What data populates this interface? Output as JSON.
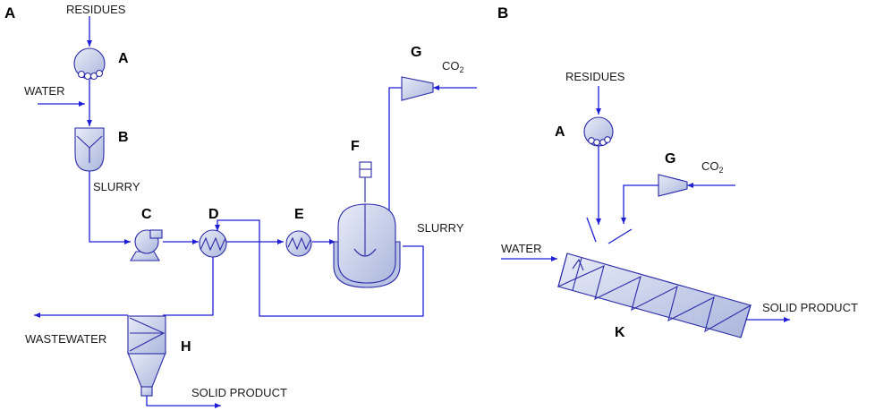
{
  "panels": {
    "a": "A",
    "b": "B"
  },
  "panel_a": {
    "residues": "RESIDUES",
    "water": "WATER",
    "slurry_1": "SLURRY",
    "slurry_2": "SLURRY",
    "co2": "CO",
    "co2_sub": "2",
    "wastewater": "WASTEWATER",
    "solid_product": "SOLID PRODUCT",
    "equipment": {
      "A": "A",
      "B": "B",
      "C": "C",
      "D": "D",
      "E": "E",
      "F": "F",
      "G": "G",
      "H": "H"
    }
  },
  "panel_b": {
    "residues": "RESIDUES",
    "water": "WATER",
    "co2": "CO",
    "co2_sub": "2",
    "solid_product": "SOLID PRODUCT",
    "equipment": {
      "A": "A",
      "G": "G",
      "K": "K"
    }
  },
  "colors": {
    "line": "#1f1fd6",
    "equipment_fill": "#c9d1ea",
    "equipment_stroke": "#2a2aa8"
  }
}
